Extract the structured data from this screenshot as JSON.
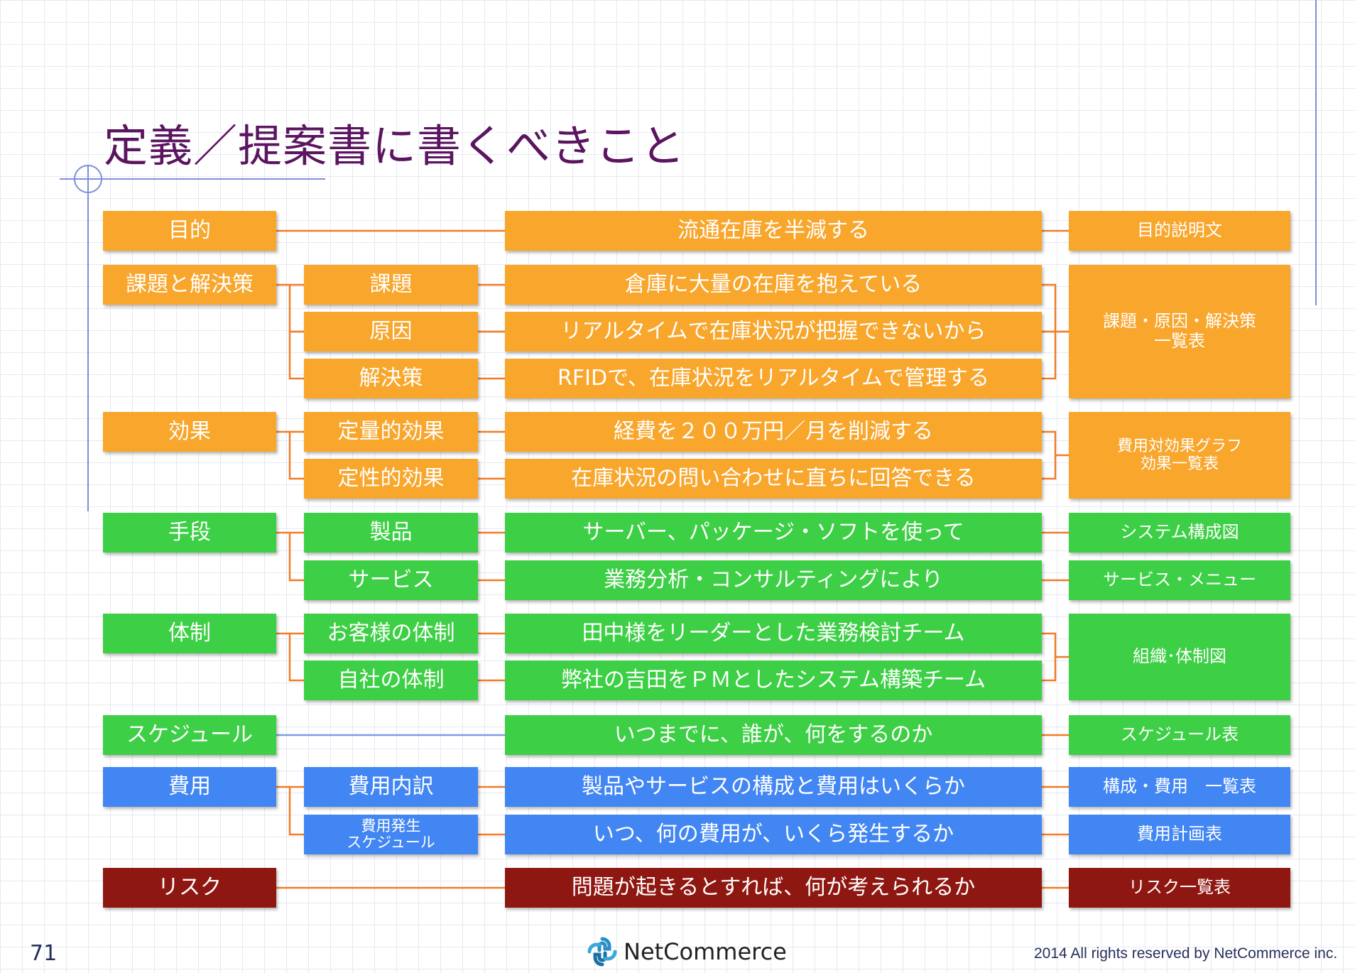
{
  "title": "定義／提案書に書くべきこと",
  "colors": {
    "orange": "#f8a62c",
    "green": "#3dcf45",
    "blue": "#4286f3",
    "dark_red": "#8f1711",
    "connector_orange": "#f07c28",
    "connector_blue": "#7d9de6",
    "title": "#5b1560"
  },
  "rows": {
    "mokuteki": {
      "label": "目的",
      "statement": "流通在庫を半減する",
      "output": "目的説明文"
    },
    "kadai": {
      "label": "課題と解決策",
      "items": [
        {
          "label": "課題",
          "statement": "倉庫に大量の在庫を抱えている"
        },
        {
          "label": "原因",
          "statement": "リアルタイムで在庫状況が把握できないから"
        },
        {
          "label": "解決策",
          "statement": "RFIDで、在庫状況をリアルタイムで管理する"
        }
      ],
      "output_line1": "課題・原因・解決策",
      "output_line2": "一覧表"
    },
    "kouka": {
      "label": "効果",
      "items": [
        {
          "label": "定量的効果",
          "statement": "経費を２００万円／月を削減する"
        },
        {
          "label": "定性的効果",
          "statement": "在庫状況の問い合わせに直ちに回答できる"
        }
      ],
      "output_line1": "費用対効果グラフ",
      "output_line2": "効果一覧表"
    },
    "shudan": {
      "label": "手段",
      "items": [
        {
          "label": "製品",
          "statement": "サーバー、パッケージ・ソフトを使って",
          "output": "システム構成図"
        },
        {
          "label": "サービス",
          "statement": "業務分析・コンサルティングにより",
          "output": "サービス・メニュー"
        }
      ]
    },
    "taisei": {
      "label": "体制",
      "items": [
        {
          "label": "お客様の体制",
          "statement": "田中様をリーダーとした業務検討チーム"
        },
        {
          "label": "自社の体制",
          "statement": "弊社の吉田をＰＭとしたシステム構築チーム"
        }
      ],
      "output": "組織･体制図"
    },
    "schedule": {
      "label": "スケジュール",
      "statement": "いつまでに、誰が、何をするのか",
      "output": "スケジュール表"
    },
    "hiyou": {
      "label": "費用",
      "items": [
        {
          "label": "費用内訳",
          "statement": "製品やサービスの構成と費用はいくらか",
          "output": "構成・費用　一覧表"
        },
        {
          "label_line1": "費用発生",
          "label_line2": "スケジュール",
          "statement": "いつ、何の費用が、いくら発生するか",
          "output": "費用計画表"
        }
      ]
    },
    "risk": {
      "label": "リスク",
      "statement": "問題が起きるとすれば、何が考えられるか",
      "output": "リスク一覧表"
    }
  },
  "footer": {
    "page_number": "71",
    "logo_text": "NetCommerce",
    "copyright": "2014  All rights reserved by NetCommerce inc."
  }
}
